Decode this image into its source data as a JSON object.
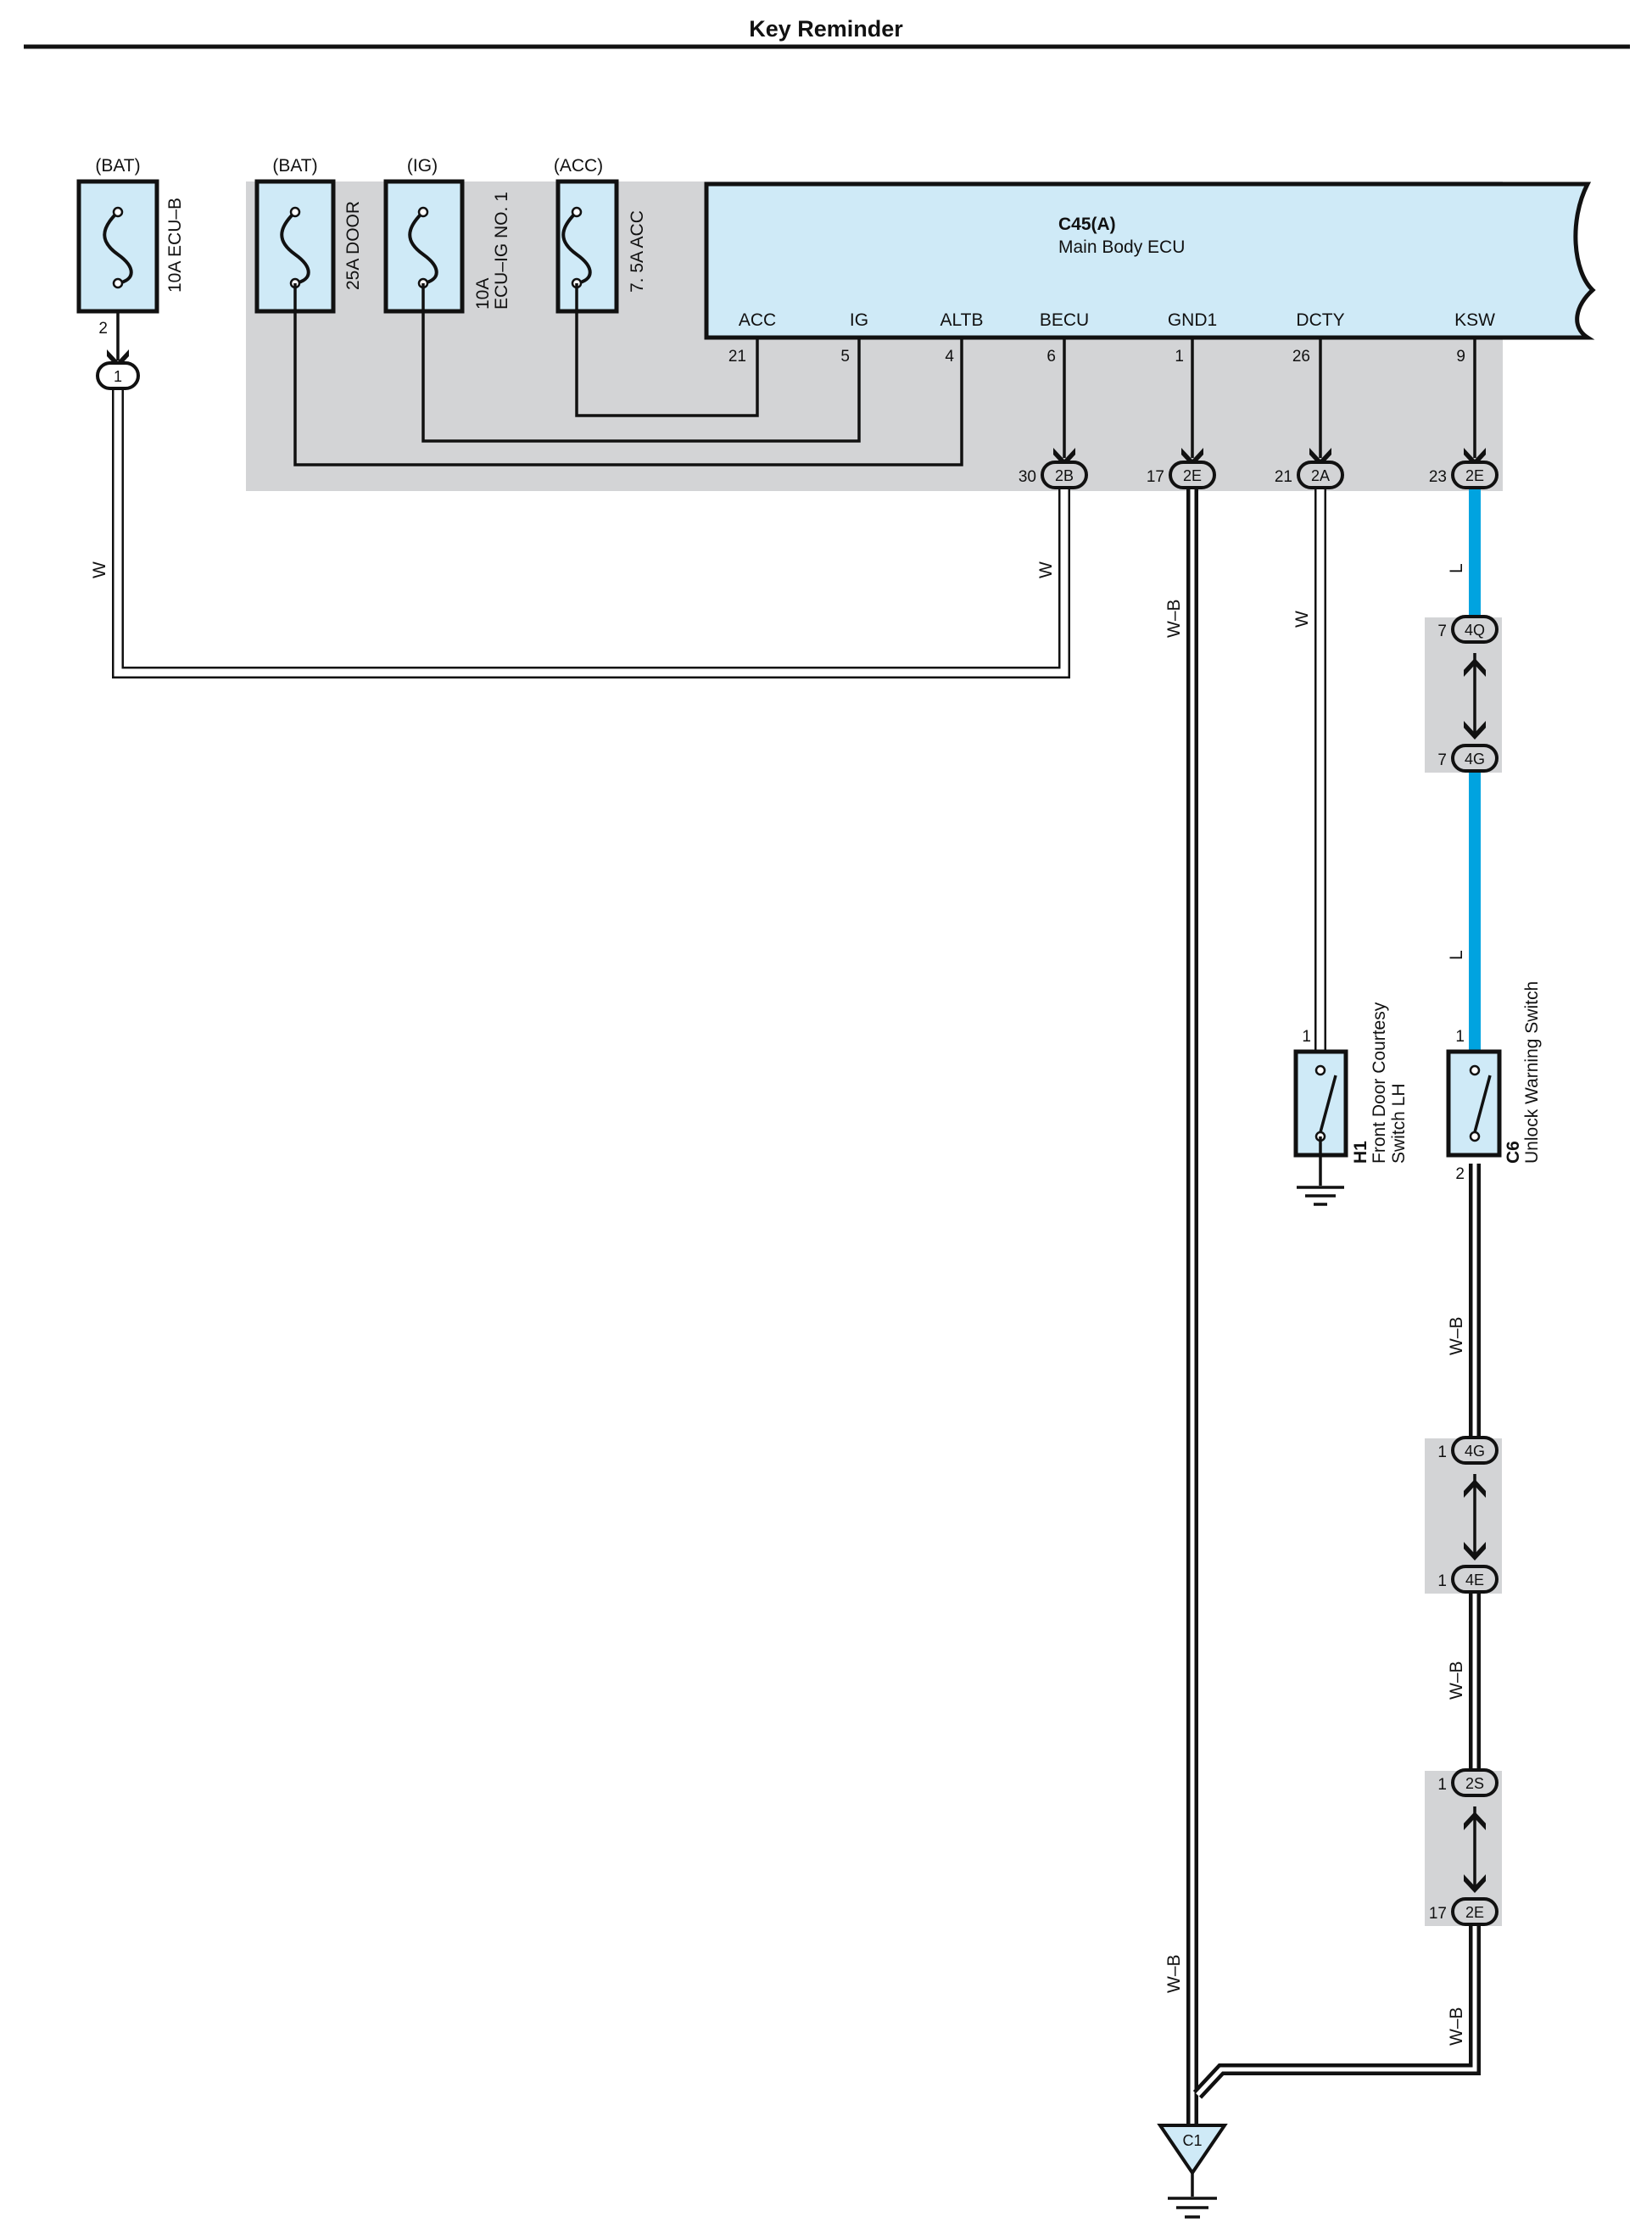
{
  "page": {
    "title": "Key Reminder"
  },
  "colors": {
    "panel": "#cfeaf7",
    "shade": "#d3d4d6",
    "wire_L": "#00a3e0",
    "ink": "#111111"
  },
  "fuses": [
    {
      "id": "ecu_b",
      "source": "(BAT)",
      "name_lines": [
        "10A ECU–B"
      ],
      "pin": "2"
    },
    {
      "id": "door",
      "source": "(BAT)",
      "name_lines": [
        "25A DOOR"
      ]
    },
    {
      "id": "ecu_ig",
      "source": "(IG)",
      "name_lines": [
        "10A",
        "ECU–IG NO. 1"
      ]
    },
    {
      "id": "acc",
      "source": "(ACC)",
      "name_lines": [
        "7. 5A ACC"
      ]
    }
  ],
  "ecu": {
    "code": "C45(A)",
    "name": "Main Body ECU",
    "terminals": [
      {
        "label": "ACC",
        "pin": "21"
      },
      {
        "label": "IG",
        "pin": "5"
      },
      {
        "label": "ALTB",
        "pin": "4"
      },
      {
        "label": "BECU",
        "pin": "6"
      },
      {
        "label": "GND1",
        "pin": "1"
      },
      {
        "label": "DCTY",
        "pin": "26"
      },
      {
        "label": "KSW",
        "pin": "9"
      }
    ]
  },
  "junctions": [
    {
      "id": "j_ecub",
      "code": "1",
      "pin": ""
    },
    {
      "id": "j_2b",
      "code": "2B",
      "pin": "30"
    },
    {
      "id": "j_2e_gnd",
      "code": "2E",
      "pin": "17"
    },
    {
      "id": "j_2a",
      "code": "2A",
      "pin": "21"
    },
    {
      "id": "j_2e_ksw",
      "code": "2E",
      "pin": "23"
    },
    {
      "id": "j_4q",
      "code": "4Q",
      "pin": "7"
    },
    {
      "id": "j_4g_a",
      "code": "4G",
      "pin": "7"
    },
    {
      "id": "j_4g_b",
      "code": "4G",
      "pin": "1"
    },
    {
      "id": "j_4e",
      "code": "4E",
      "pin": "1"
    },
    {
      "id": "j_2s",
      "code": "2S",
      "pin": "1"
    },
    {
      "id": "j_2e_low",
      "code": "2E",
      "pin": "17"
    }
  ],
  "wires": [
    {
      "id": "w_ecub",
      "color": "W"
    },
    {
      "id": "w_2b",
      "color": "W"
    },
    {
      "id": "w_gnd_top",
      "color": "W–B"
    },
    {
      "id": "w_2a",
      "color": "W"
    },
    {
      "id": "w_ksw_a",
      "color": "L"
    },
    {
      "id": "w_ksw_b",
      "color": "L"
    },
    {
      "id": "w_c6_a",
      "color": "W–B"
    },
    {
      "id": "w_c6_b",
      "color": "W–B"
    },
    {
      "id": "w_gnd_bottom",
      "color": "W–B"
    },
    {
      "id": "w_return",
      "color": "W–B"
    }
  ],
  "switches": [
    {
      "id": "h1",
      "code": "H1",
      "name_lines": [
        "Front Door Courtesy",
        "Switch LH"
      ],
      "pin_top": "1"
    },
    {
      "id": "c6",
      "code": "C6",
      "name_lines": [
        "Unlock Warning Switch"
      ],
      "pin_top": "1",
      "pin_bottom": "2"
    }
  ],
  "ground": {
    "code": "C1"
  }
}
